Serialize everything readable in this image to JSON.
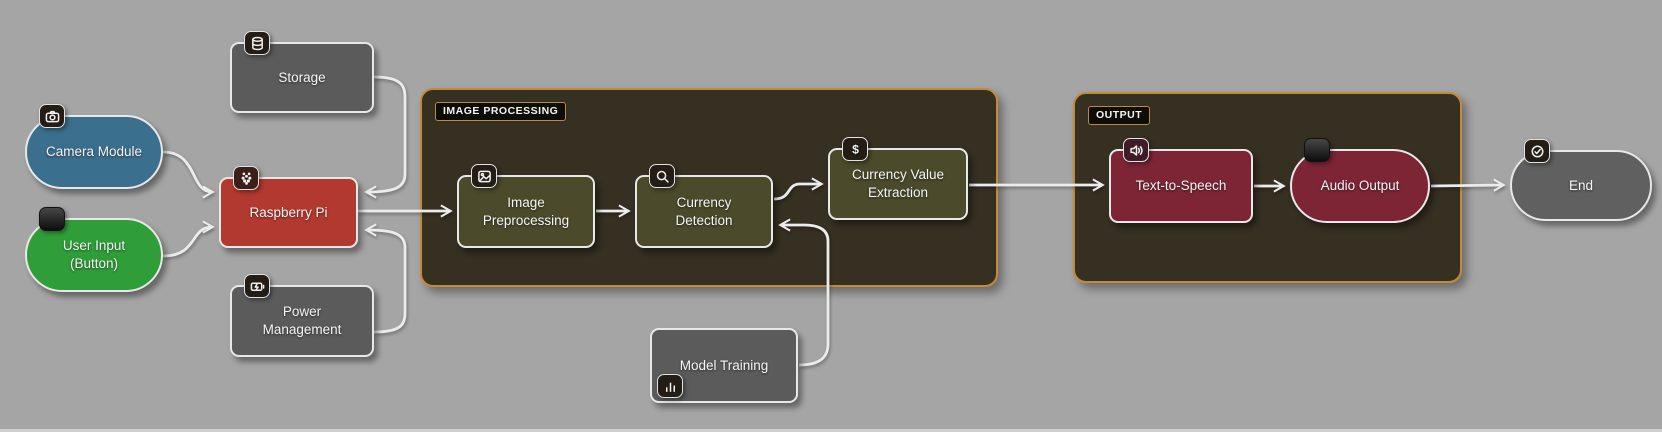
{
  "colors": {
    "background": "#a5a5a5",
    "edge": "#ececec",
    "subgraph_fill": "#363023",
    "subgraph_border": "#c48a3a",
    "blue": "#3b6f8e",
    "green": "#2f9e39",
    "red": "#b23930",
    "gray": "#5b5b5b",
    "olive": "#4b4a2b",
    "maroon": "#7d2535"
  },
  "diagram": {
    "nodes": {
      "camera_module": {
        "label": "Camera Module",
        "icon": "camera-icon",
        "fill": "#3b6f8e",
        "shape": "stadium"
      },
      "user_input": {
        "label": "User Input (Button)",
        "icon": "button-icon",
        "fill": "#2f9e39",
        "shape": "stadium"
      },
      "storage": {
        "label": "Storage",
        "icon": "database-icon",
        "fill": "#5b5b5b",
        "shape": "rect"
      },
      "raspberry_pi": {
        "label": "Raspberry Pi",
        "icon": "raspberry-pi-icon",
        "fill": "#b23930",
        "shape": "rect"
      },
      "power_management": {
        "label": "Power Management",
        "icon": "battery-charging-icon",
        "fill": "#5b5b5b",
        "shape": "rect"
      },
      "image_preprocessing": {
        "label": "Image Preprocessing",
        "icon": "image-icon",
        "fill": "#4b4a2b",
        "shape": "rect"
      },
      "currency_detection": {
        "label": "Currency Detection",
        "icon": "search-icon",
        "fill": "#4b4a2b",
        "shape": "rect"
      },
      "currency_value_extraction": {
        "label": "Currency Value Extraction",
        "icon": "dollar-icon",
        "fill": "#4b4a2b",
        "shape": "rect"
      },
      "model_training": {
        "label": "Model Training",
        "icon": "bar-chart-icon",
        "fill": "#5b5b5b",
        "shape": "rect"
      },
      "text_to_speech": {
        "label": "Text-to-Speech",
        "icon": "speaker-icon",
        "fill": "#7d2535",
        "shape": "rect"
      },
      "audio_output": {
        "label": "Audio Output",
        "icon": "button-icon",
        "fill": "#7d2535",
        "shape": "stadium"
      },
      "end": {
        "label": "End",
        "icon": "check-circle-icon",
        "fill": "#606060",
        "shape": "stadium"
      }
    },
    "subgraphs": {
      "image_processing": {
        "label": "IMAGE PROCESSING",
        "fill": "#363023",
        "border": "#c48a3a"
      },
      "output": {
        "label": "OUTPUT",
        "fill": "#363023",
        "border": "#c48a3a"
      }
    },
    "edges": [
      {
        "from": "Camera Module",
        "to": "Raspberry Pi"
      },
      {
        "from": "User Input (Button)",
        "to": "Raspberry Pi"
      },
      {
        "from": "Storage",
        "to": "Raspberry Pi"
      },
      {
        "from": "Power Management",
        "to": "Raspberry Pi"
      },
      {
        "from": "Raspberry Pi",
        "to": "Image Preprocessing"
      },
      {
        "from": "Image Preprocessing",
        "to": "Currency Detection"
      },
      {
        "from": "Currency Detection",
        "to": "Currency Value Extraction"
      },
      {
        "from": "Model Training",
        "to": "Currency Detection"
      },
      {
        "from": "Currency Value Extraction",
        "to": "Text-to-Speech"
      },
      {
        "from": "Text-to-Speech",
        "to": "Audio Output"
      },
      {
        "from": "Audio Output",
        "to": "End"
      }
    ]
  }
}
